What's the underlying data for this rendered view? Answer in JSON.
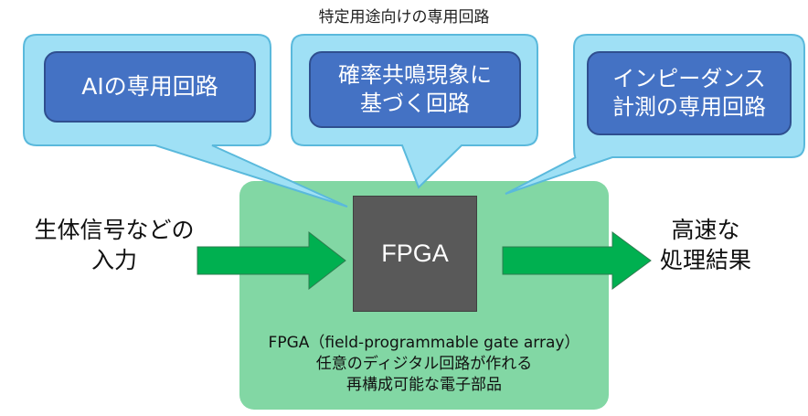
{
  "header": {
    "title": "特定用途向けの専用回路"
  },
  "callouts": [
    {
      "label": "AIの専用回路"
    },
    {
      "label": "確率共鳴現象に\n基づく回路"
    },
    {
      "label": "インピーダンス\n計測の専用回路"
    }
  ],
  "center": {
    "chip_label": "FPGA",
    "description": [
      "FPGA（field-programmable gate array）",
      "任意のディジタル回路が作れる",
      "再構成可能な電子部品"
    ]
  },
  "input": {
    "label": "生体信号などの\n入力"
  },
  "output": {
    "label": "高速な\n処理結果"
  },
  "colors": {
    "callout_fill": "#9fe0f5",
    "callout_border": "#5ab9dc",
    "inner_box": "#4472c4",
    "fpga_area": "#82d7a4",
    "chip": "#595959",
    "arrow": "#00b050"
  }
}
